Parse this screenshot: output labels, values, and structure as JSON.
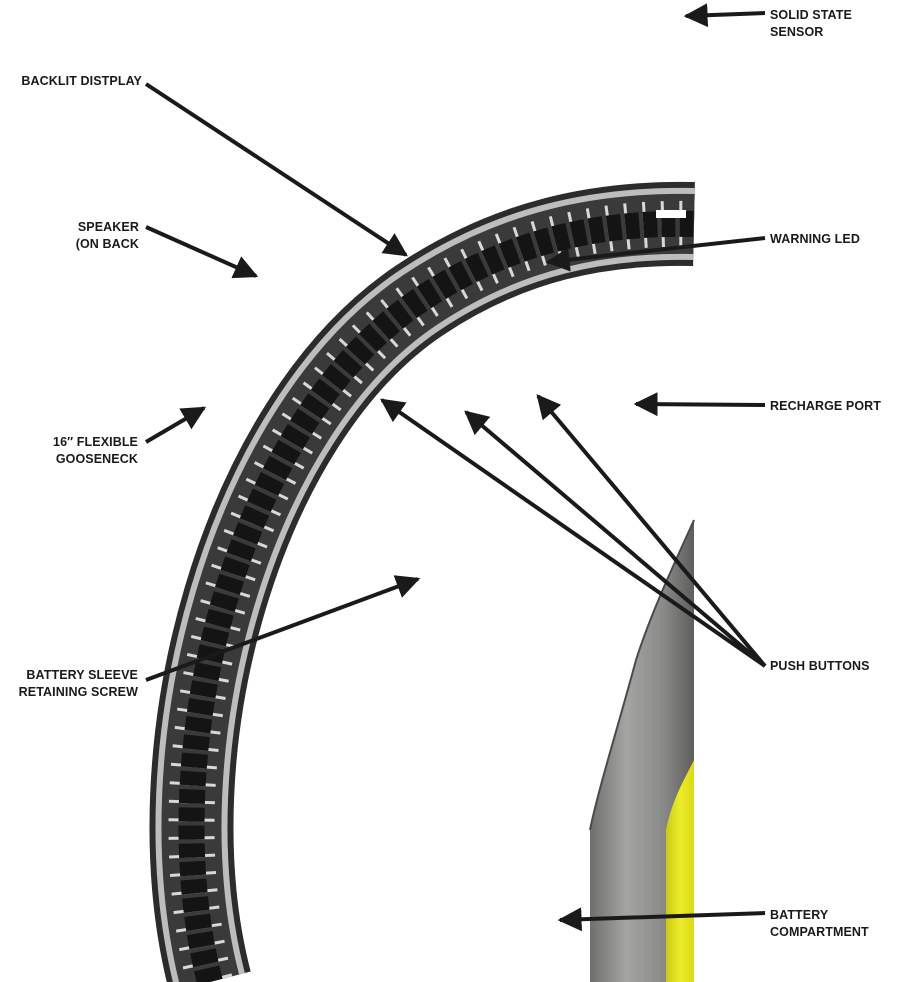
{
  "colors": {
    "ink": "#1a1a1a",
    "gooseneck_dark": "#2c2c2c",
    "gooseneck_light": "#cfcfcf",
    "body_gray": "#8e8e8c",
    "battery_yellow": "#e6e61e"
  },
  "labels": {
    "solid_state_sensor": [
      "SOLID STATE",
      "SENSOR"
    ],
    "backlit_display": [
      "BACKLIT DISTPLAY"
    ],
    "speaker": [
      "SPEAKER",
      "(ON BACK"
    ],
    "warning_led": [
      "WARNING LED"
    ],
    "recharge_port": [
      "RECHARGE PORT"
    ],
    "flexible_gooseneck": [
      "16″ FLEXIBLE",
      "GOOSENECK"
    ],
    "push_buttons": [
      "PUSH BUTTONS"
    ],
    "battery_sleeve_screw": [
      "BATTERY SLEEVE",
      "RETAINING SCREW"
    ],
    "battery_compartment": [
      "BATTERY",
      "COMPARTMENT"
    ]
  }
}
